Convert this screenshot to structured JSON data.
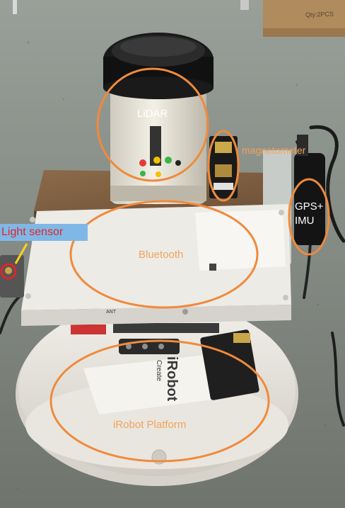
{
  "annotations": {
    "lidar": "LiDAR",
    "magnetometer": "magnetometer",
    "gps_line1": "GPS+",
    "gps_line2": "IMU",
    "light_sensor": "Light sensor",
    "bluetooth": "Bluetooth",
    "irobot_platform": "iRobot Platform"
  },
  "product_text": {
    "irobot_logo": "iRobot",
    "irobot_model": "Create",
    "box_label": "Qty:2PCS",
    "ant_label": "ANT"
  },
  "colors": {
    "annotation_orange": "#f08a3c",
    "annotation_text_orange": "#f2a35c",
    "light_sensor_box": "#7fb8e6",
    "light_sensor_text": "#e0262a",
    "floor": "#8a8f86",
    "robot_white": "#e9e6df"
  }
}
